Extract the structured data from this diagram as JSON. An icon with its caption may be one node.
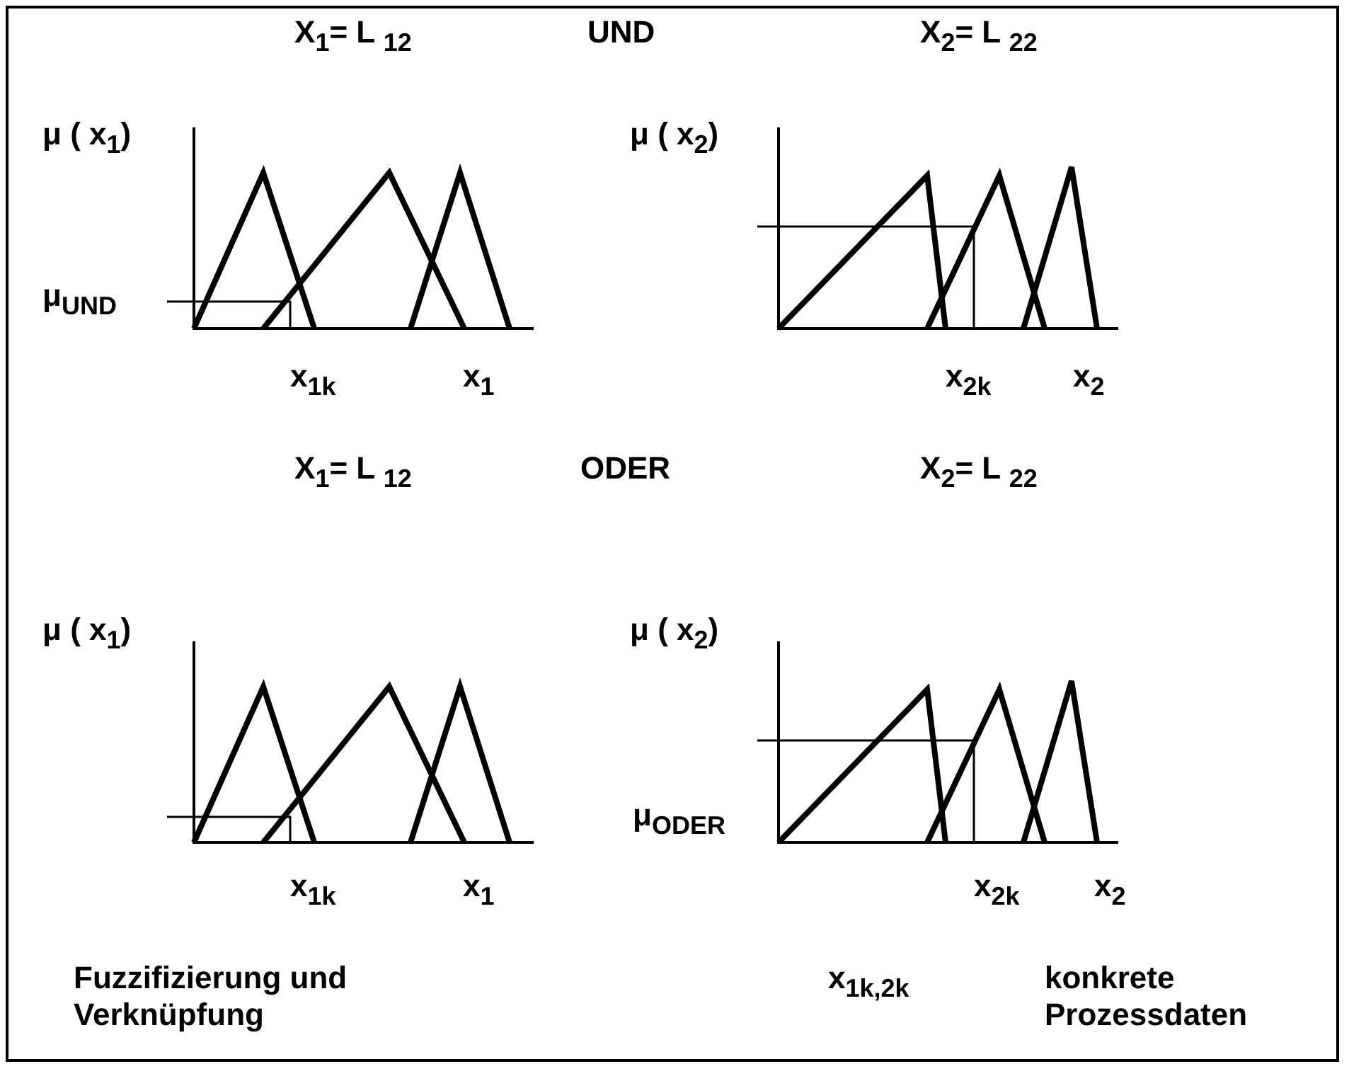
{
  "diagram": {
    "labels": [
      "X$_{1}$= L $_{12}$",
      "UND",
      "X$_{2}$= L $_{22}$",
      "μ ( x$_{1}$)",
      "μ ( x$_{2}$)",
      "μ$_{UND}$",
      "x$_{1k}$",
      "x$_{1}$",
      "x$_{2k}$",
      "x$_{2}$",
      "X$_{1}$= L $_{12}$",
      "ODER",
      "X$_{2}$= L $_{22}$",
      "μ ( x$_{1}$)",
      "μ ( x$_{2}$)",
      "μ$_{ODER}$",
      "x$_{1k}$",
      "x$_{1}$",
      "x$_{2k}$",
      "x$_{2}$",
      "Fuzzifizierung und Verknüpfung",
      "x$_{1k,2k}$",
      "konkrete Prozessdaten"
    ]
  }
}
